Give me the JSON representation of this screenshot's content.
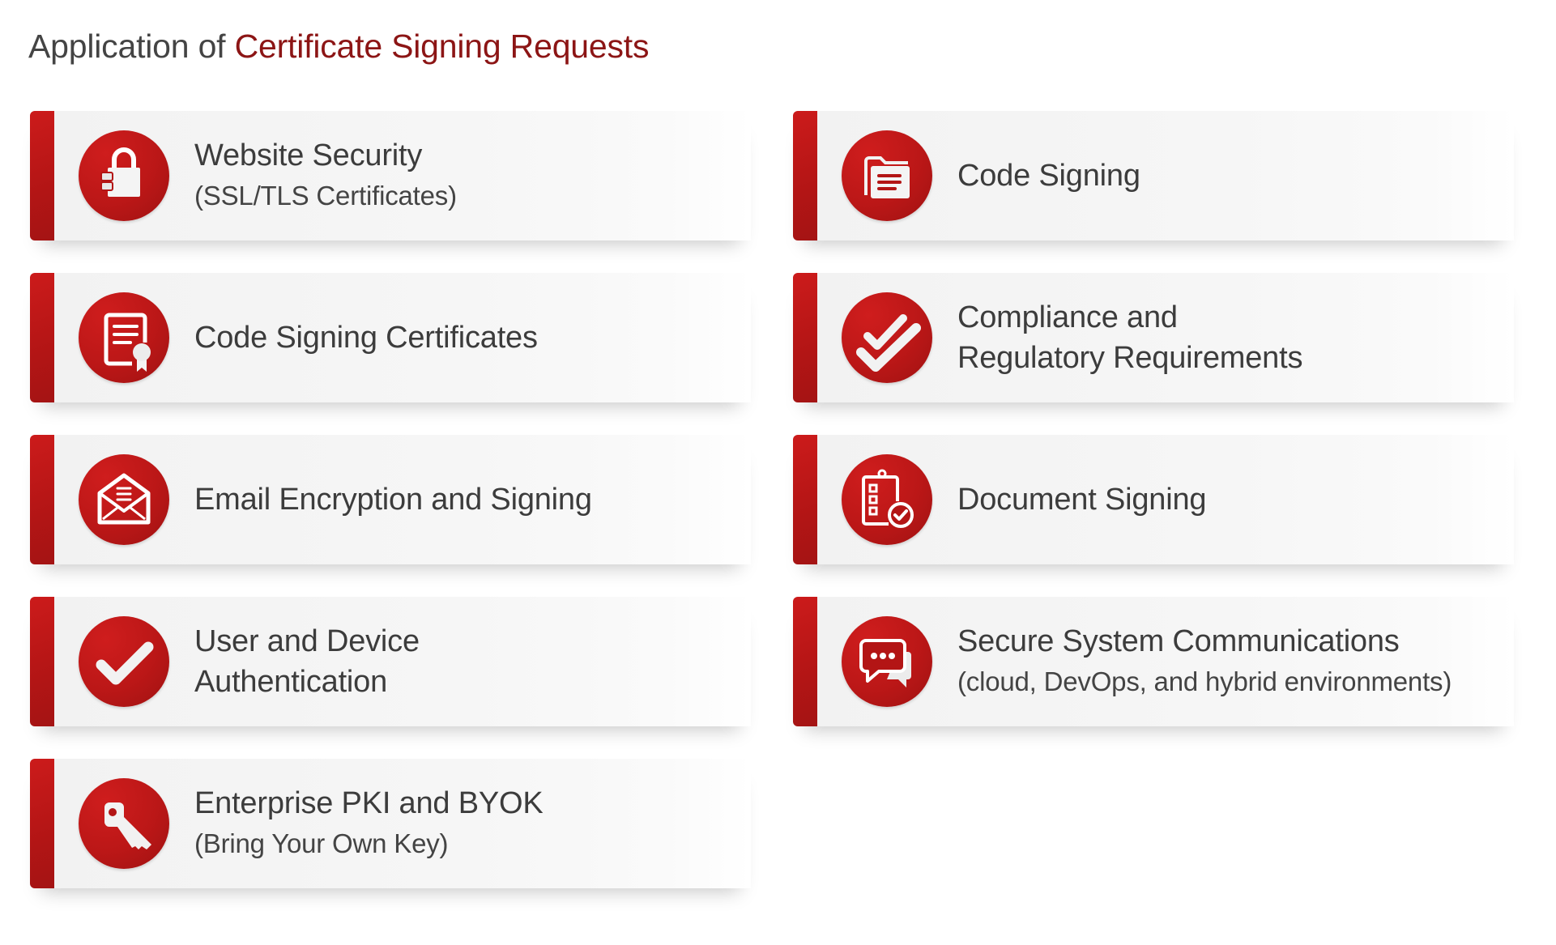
{
  "header": {
    "title_prefix": "Application of ",
    "title_accent": "Certificate Signing Requests"
  },
  "colors": {
    "accent_red": "#c41a1a",
    "title_accent": "#8c1515",
    "text": "#3c3c3c",
    "card_bg": "#f4f4f4"
  },
  "cards": {
    "left": [
      {
        "icon": "padlock-icon",
        "title": "Website Security",
        "subtitle": "(SSL/TLS Certificates)"
      },
      {
        "icon": "certificate-icon",
        "title": "Code Signing Certificates"
      },
      {
        "icon": "envelope-open-icon",
        "title": "Email Encryption and Signing"
      },
      {
        "icon": "checkmark-icon",
        "title_line1": "User and Device",
        "title_line2": "Authentication"
      },
      {
        "icon": "key-icon",
        "title": "Enterprise PKI and BYOK",
        "subtitle": "(Bring Your Own Key)"
      }
    ],
    "right": [
      {
        "icon": "folder-document-icon",
        "title": "Code Signing"
      },
      {
        "icon": "double-checkmark-icon",
        "title_line1": "Compliance and",
        "title_line2": "Regulatory Requirements"
      },
      {
        "icon": "clipboard-check-icon",
        "title": "Document Signing"
      },
      {
        "icon": "chat-bubbles-icon",
        "title": "Secure System Communications",
        "subtitle": "(cloud, DevOps, and hybrid environments)"
      }
    ]
  }
}
